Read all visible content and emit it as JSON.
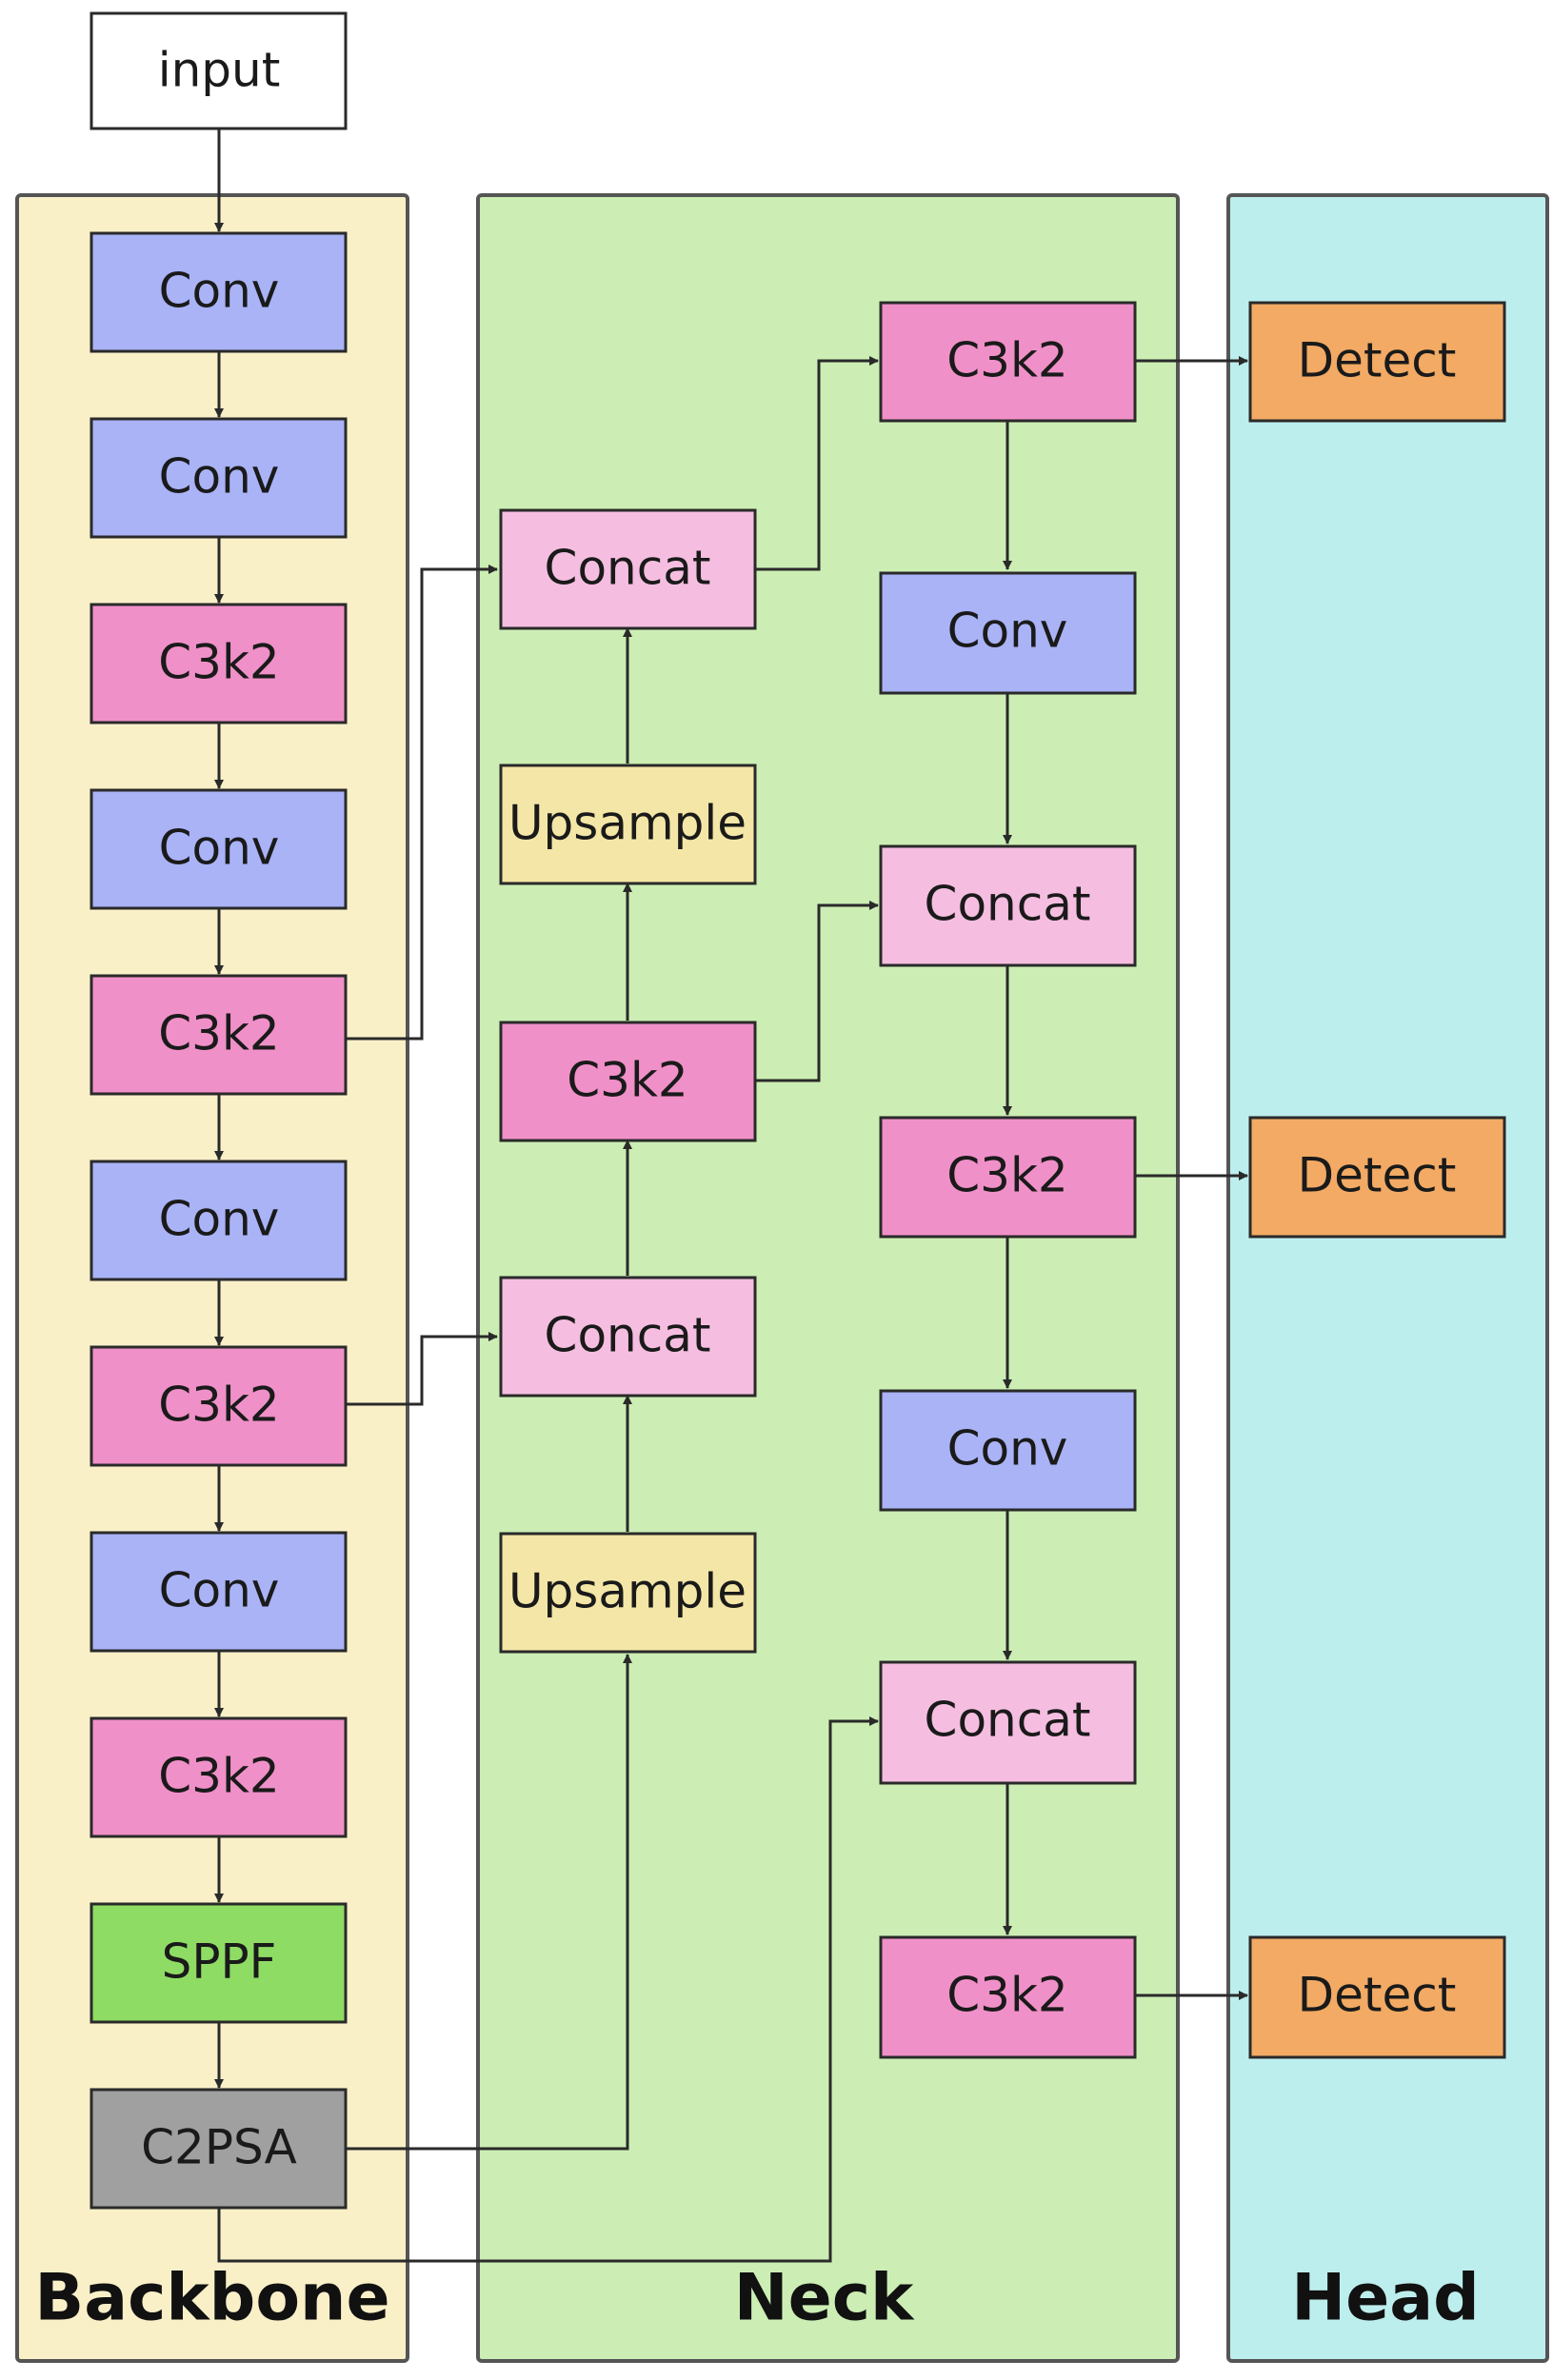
{
  "colors": {
    "backbone_bg": "#FAF0C8",
    "neck_bg": "#CCEEB4",
    "head_bg": "#BDEEEE",
    "conv": "#A9B3F6",
    "c3k2": "#F090C8",
    "concat": "#F5BEE0",
    "upsample": "#F4E6A6",
    "detect": "#F2AA64",
    "sppf": "#8EDC64",
    "c2psa": "#A0A0A0",
    "input": "#FFFFFF"
  },
  "sections": {
    "backbone": "Backbone",
    "neck": "Neck",
    "head": "Head"
  },
  "nodes": {
    "input": "input",
    "b_conv1": "Conv",
    "b_conv2": "Conv",
    "b_c3k2_1": "C3k2",
    "b_conv3": "Conv",
    "b_c3k2_2": "C3k2",
    "b_conv4": "Conv",
    "b_c3k2_3": "C3k2",
    "b_conv5": "Conv",
    "b_c3k2_4": "C3k2",
    "b_sppf": "SPPF",
    "b_c2psa": "C2PSA",
    "n_concat1": "Concat",
    "n_upsample1": "Upsample",
    "n_c3k2_1": "C3k2",
    "n_concat2": "Concat",
    "n_upsample2": "Upsample",
    "n_c3k2_2": "C3k2",
    "n_conv1": "Conv",
    "n_concat3": "Concat",
    "n_c3k2_3": "C3k2",
    "n_conv2": "Conv",
    "n_concat4": "Concat",
    "n_c3k2_4": "C3k2",
    "h_detect1": "Detect",
    "h_detect2": "Detect",
    "h_detect3": "Detect"
  }
}
